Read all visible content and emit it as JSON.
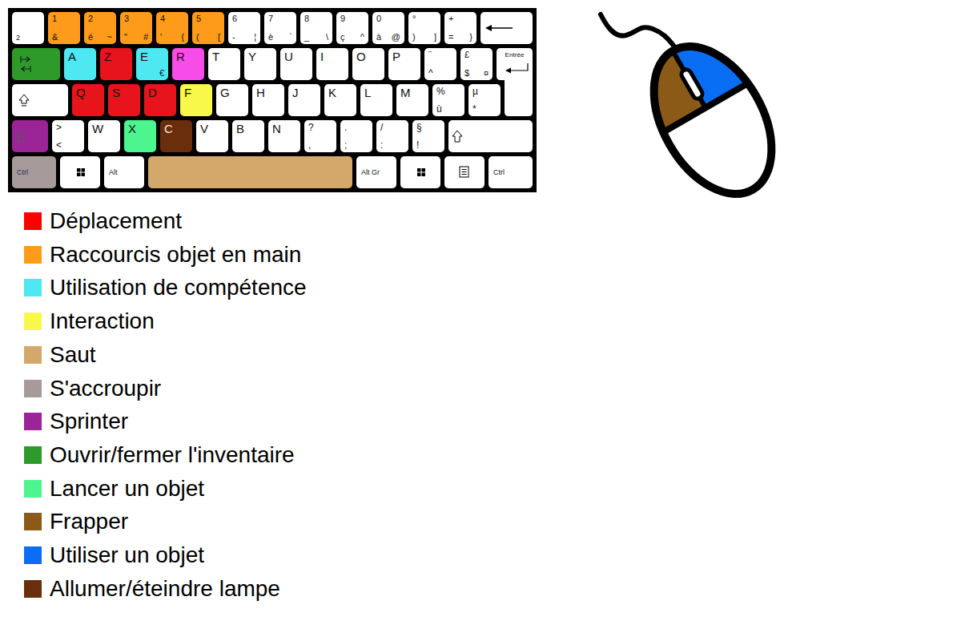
{
  "diagram": {
    "nodes": [
      {
        "text": [
          "2"
        ]
      },
      {
        "text": [
          "1",
          "&"
        ]
      },
      {
        "text": [
          "2",
          "é",
          "~"
        ]
      },
      {
        "text": [
          "3",
          "\"",
          "#"
        ]
      },
      {
        "text": [
          "4",
          "'",
          "{"
        ]
      },
      {
        "text": [
          "5",
          "(",
          "["
        ]
      },
      {
        "text": [
          "6",
          "-",
          "¦"
        ]
      },
      {
        "text": [
          "7",
          "è",
          "`"
        ]
      },
      {
        "text": [
          "8",
          "_",
          "\\"
        ]
      },
      {
        "text": [
          "9",
          "ç",
          "^"
        ]
      },
      {
        "text": [
          "0",
          "à",
          "@"
        ]
      },
      {
        "text": [
          "°",
          ")",
          "]"
        ]
      },
      {
        "text": [
          "+",
          "=",
          "}"
        ]
      },
      {
        "text": [
          "A"
        ]
      },
      {
        "text": [
          "Z"
        ]
      },
      {
        "text": [
          "E",
          "€"
        ]
      },
      {
        "text": [
          "R"
        ]
      },
      {
        "text": [
          "T"
        ]
      },
      {
        "text": [
          "Y"
        ]
      },
      {
        "text": [
          "U"
        ]
      },
      {
        "text": [
          "I"
        ]
      },
      {
        "text": [
          "O"
        ]
      },
      {
        "text": [
          "P"
        ]
      },
      {
        "text": [
          "¨",
          "^"
        ]
      },
      {
        "text": [
          "£",
          "$",
          "¤"
        ]
      },
      {
        "text": [
          "Entrée"
        ]
      },
      {
        "text": [
          "Q"
        ]
      },
      {
        "text": [
          "S"
        ]
      },
      {
        "text": [
          "D"
        ]
      },
      {
        "text": [
          "F"
        ]
      },
      {
        "text": [
          "G"
        ]
      },
      {
        "text": [
          "H"
        ]
      },
      {
        "text": [
          "J"
        ]
      },
      {
        "text": [
          "K"
        ]
      },
      {
        "text": [
          "L"
        ]
      },
      {
        "text": [
          "M"
        ]
      },
      {
        "text": [
          "%",
          "ù"
        ]
      },
      {
        "text": [
          "µ",
          "*"
        ]
      },
      {
        "text": [
          ">",
          "<"
        ]
      },
      {
        "text": [
          "W"
        ]
      },
      {
        "text": [
          "X"
        ]
      },
      {
        "text": [
          "C"
        ]
      },
      {
        "text": [
          "V"
        ]
      },
      {
        "text": [
          "B"
        ]
      },
      {
        "text": [
          "N"
        ]
      },
      {
        "text": [
          "?",
          ","
        ]
      },
      {
        "text": [
          ".",
          ";"
        ]
      },
      {
        "text": [
          "/",
          ":"
        ]
      },
      {
        "text": [
          "§",
          "!"
        ]
      },
      {
        "text": [
          "Ctrl"
        ]
      },
      {
        "text": [
          "Alt"
        ]
      },
      {
        "text": [
          "Alt Gr"
        ]
      },
      {
        "text": [
          "Ctrl"
        ]
      }
    ],
    "legend": [
      {
        "text": "Déplacement",
        "color": "#ff0000"
      },
      {
        "text": "Raccourcis objet en main",
        "color": "#ff9b1a"
      },
      {
        "text": "Utilisation de compétence",
        "color": "#4de8f2"
      },
      {
        "text": "Interaction",
        "color": "#f8f84a"
      },
      {
        "text": "Saut",
        "color": "#d4a76a"
      },
      {
        "text": "S'accroupir",
        "color": "#a69a9a"
      },
      {
        "text": "Sprinter",
        "color": "#9b2496"
      },
      {
        "text": "Ouvrir/fermer l'inventaire",
        "color": "#2e9a2a"
      },
      {
        "text": "Lancer un objet",
        "color": "#4df58f"
      },
      {
        "text": "Frapper",
        "color": "#8b5a17"
      },
      {
        "text": "Utiliser un objet",
        "color": "#0a6ef5"
      },
      {
        "text": "Allumer/éteindre lampe",
        "color": "#6b2e0c"
      }
    ]
  }
}
